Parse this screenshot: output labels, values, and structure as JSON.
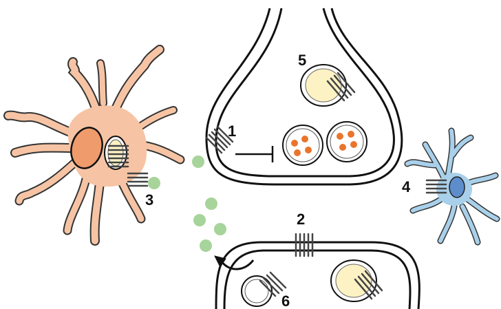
{
  "labels": {
    "l1": "1",
    "l2": "2",
    "l3": "3",
    "l4": "4",
    "l5": "5",
    "l6": "6"
  },
  "colors": {
    "astrocyte": "#f6c4a4",
    "astrocyte_nucleus": "#ef9b6c",
    "microglia": "#a9d0ea",
    "microglia_nucleus": "#5e8dcb",
    "vesicle_particle": "#a6d49a",
    "neurotransmitter_orange": "#e9752c",
    "mitochondria_fill": "#fcf2c4",
    "outline": "#111111"
  }
}
